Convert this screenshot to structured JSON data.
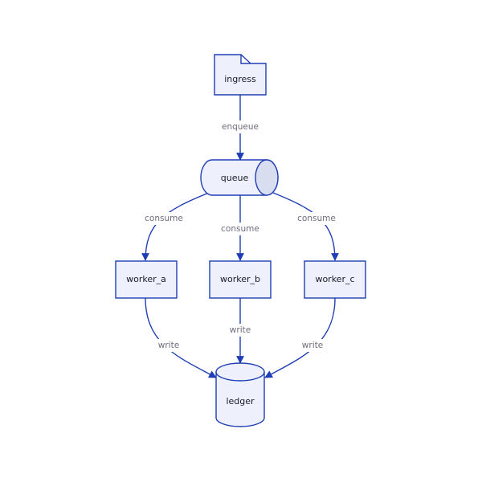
{
  "diagram": {
    "nodes": {
      "ingress": {
        "label": "ingress",
        "shape": "folder"
      },
      "queue": {
        "label": "queue",
        "shape": "queue"
      },
      "worker_a": {
        "label": "worker_a",
        "shape": "rectangle"
      },
      "worker_b": {
        "label": "worker_b",
        "shape": "rectangle"
      },
      "worker_c": {
        "label": "worker_c",
        "shape": "rectangle"
      },
      "ledger": {
        "label": "ledger",
        "shape": "database"
      }
    },
    "edges": [
      {
        "from": "ingress",
        "to": "queue",
        "label": "enqueue"
      },
      {
        "from": "queue",
        "to": "worker_a",
        "label": "consume"
      },
      {
        "from": "queue",
        "to": "worker_b",
        "label": "consume"
      },
      {
        "from": "queue",
        "to": "worker_c",
        "label": "consume"
      },
      {
        "from": "worker_a",
        "to": "ledger",
        "label": "write"
      },
      {
        "from": "worker_b",
        "to": "ledger",
        "label": "write"
      },
      {
        "from": "worker_c",
        "to": "ledger",
        "label": "write"
      }
    ]
  },
  "colors": {
    "stroke": "#1f3eb5",
    "node_fill": "#eef1fb",
    "queue_cap_fill": "#d9ddf0",
    "edge_label": "#6e6e7e",
    "node_text": "#1a1a2a"
  }
}
